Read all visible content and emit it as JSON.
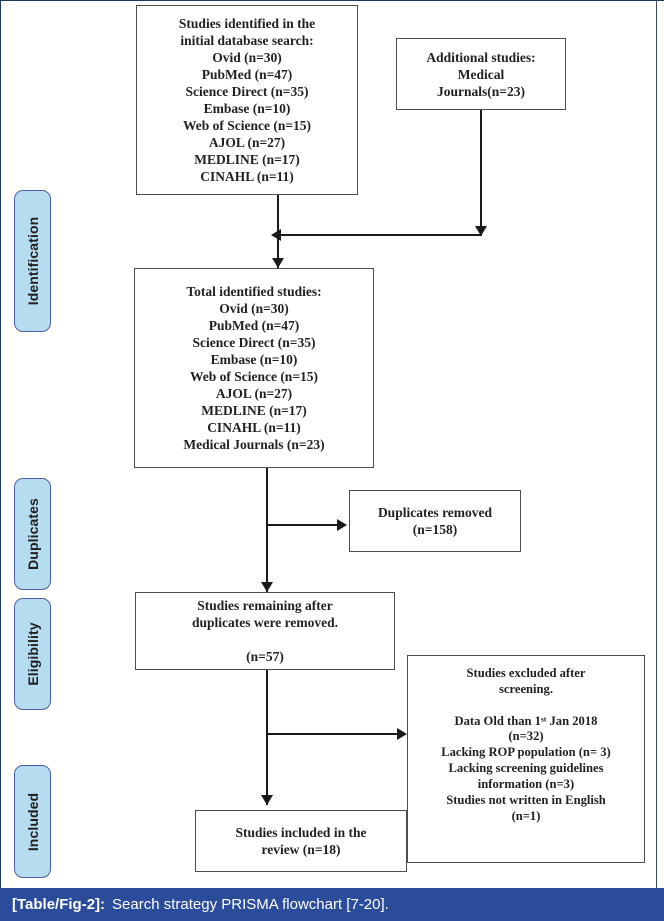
{
  "figure": {
    "caption_tag": "[Table/Fig-2]:",
    "caption_text": "Search strategy PRISMA flowchart [7-20].",
    "caption_bar_color": "#2b4c9b",
    "chip_fill_color": "#b5ddef",
    "chip_border_color": "#4a5fa5",
    "box_border_color": "#4d4d4d",
    "connector_color": "#1a1a1a"
  },
  "stages": [
    {
      "label": "Identification"
    },
    {
      "label": "Duplicates"
    },
    {
      "label": "Eligibility"
    },
    {
      "label": "Included"
    }
  ],
  "boxes": {
    "initial_search": {
      "text": "Studies identified in the\ninitial database search:\nOvid (n=30)\nPubMed (n=47)\nScience Direct (n=35)\nEmbase (n=10)\nWeb of Science (n=15)\nAJOL (n=27)\nMEDLINE (n=17)\nCINAHL (n=11)"
    },
    "additional_studies": {
      "text": "Additional studies:\nMedical\nJournals(n=23)"
    },
    "total_identified": {
      "text": "Total identified studies:\nOvid (n=30)\nPubMed (n=47)\nScience Direct (n=35)\nEmbase (n=10)\nWeb of Science (n=15)\nAJOL (n=27)\nMEDLINE (n=17)\nCINAHL (n=11)\nMedical Journals (n=23)"
    },
    "duplicates_removed": {
      "text": "Duplicates removed\n(n=158)"
    },
    "remaining_after_duplicates": {
      "text": "Studies remaining after\nduplicates were removed.\n\n(n=57)"
    },
    "excluded_after_screening": {
      "text": "Studies excluded after\nscreening.\n\nData Old than 1ˢᵗ Jan 2018\n(n=32)\nLacking ROP population (n= 3)\nLacking screening guidelines\ninformation (n=3)\nStudies not written in English\n(n=1)"
    },
    "included_in_review": {
      "text": "Studies included in the\nreview (n=18)"
    }
  },
  "chart_data": {
    "type": "diagram",
    "title": "Search strategy PRISMA flowchart",
    "stages": [
      "Identification",
      "Duplicates",
      "Eligibility",
      "Included"
    ],
    "databases_initial": [
      {
        "source": "Ovid",
        "n": 30
      },
      {
        "source": "PubMed",
        "n": 47
      },
      {
        "source": "Science Direct",
        "n": 35
      },
      {
        "source": "Embase",
        "n": 10
      },
      {
        "source": "Web of Science",
        "n": 15
      },
      {
        "source": "AJOL",
        "n": 27
      },
      {
        "source": "MEDLINE",
        "n": 17
      },
      {
        "source": "CINAHL",
        "n": 11
      }
    ],
    "additional_sources": [
      {
        "source": "Medical Journals",
        "n": 23
      }
    ],
    "total_identified": [
      {
        "source": "Ovid",
        "n": 30
      },
      {
        "source": "PubMed",
        "n": 47
      },
      {
        "source": "Science Direct",
        "n": 35
      },
      {
        "source": "Embase",
        "n": 10
      },
      {
        "source": "Web of Science",
        "n": 15
      },
      {
        "source": "AJOL",
        "n": 27
      },
      {
        "source": "MEDLINE",
        "n": 17
      },
      {
        "source": "CINAHL",
        "n": 11
      },
      {
        "source": "Medical Journals",
        "n": 23
      }
    ],
    "duplicates_removed": 158,
    "remaining_after_duplicates": 57,
    "exclusions": [
      {
        "reason": "Data Old than 1st Jan 2018",
        "n": 32
      },
      {
        "reason": "Lacking ROP population",
        "n": 3
      },
      {
        "reason": "Lacking screening guidelines information",
        "n": 3
      },
      {
        "reason": "Studies not written in English",
        "n": 1
      }
    ],
    "included_in_review": 18
  }
}
